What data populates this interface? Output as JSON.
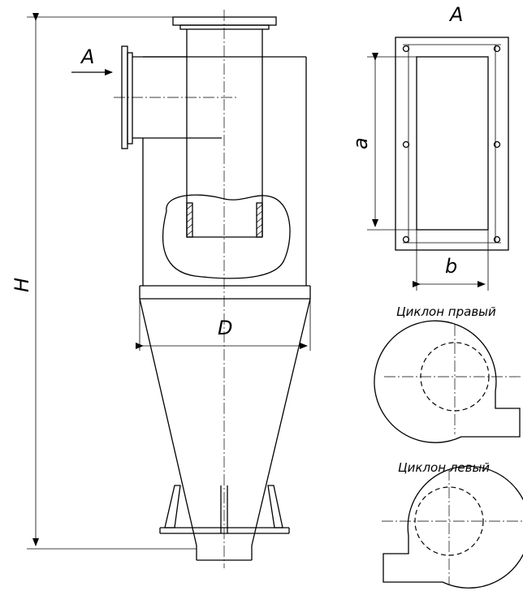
{
  "labels": {
    "height": "H",
    "diameter": "D",
    "view_arrow": "A",
    "view_title": "A",
    "inlet_width": "a",
    "inlet_height": "b",
    "right_cyclone": "Циклон правый",
    "left_cyclone": "Циклон левый"
  }
}
